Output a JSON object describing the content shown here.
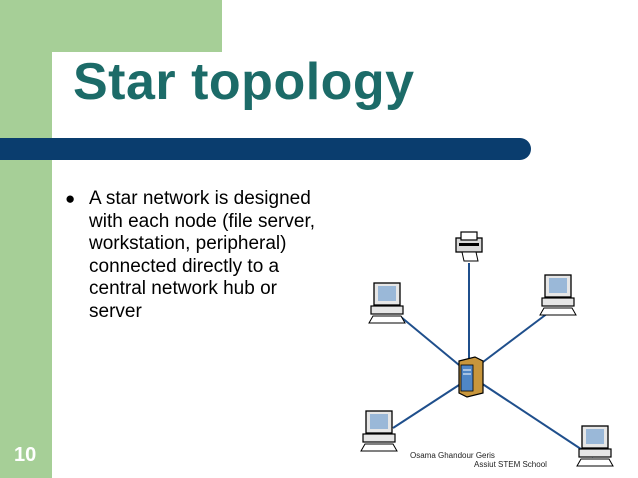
{
  "slide": {
    "title": "Star topology",
    "bullets": [
      "A star network is designed with each node (file server, workstation, peripheral) connected directly to a central network hub or server"
    ],
    "page_number": "10",
    "credit_line1": "Osama Ghandour Geris",
    "credit_line2": "Assiut STEM School"
  },
  "diagram": {
    "nodes": [
      {
        "name": "printer-icon"
      },
      {
        "name": "workstation-icon-left"
      },
      {
        "name": "workstation-icon-right"
      },
      {
        "name": "hub-server-icon"
      },
      {
        "name": "workstation-icon-bottom-left"
      },
      {
        "name": "workstation-icon-bottom-right"
      }
    ]
  },
  "colors": {
    "band": "#a6cf97",
    "title": "#1c6b68",
    "bar": "#0a3d6e",
    "link": "#1f4f8c"
  }
}
